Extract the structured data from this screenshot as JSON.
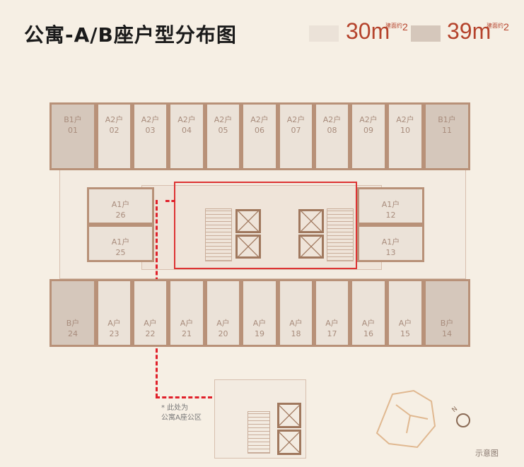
{
  "title": "公寓-A/B座户型分布图",
  "legend": [
    {
      "color": "#ebe2d8",
      "value": "30",
      "unit": "m",
      "sup": "2",
      "note": "建面约"
    },
    {
      "color": "#d5c7bb",
      "value": "39",
      "unit": "m",
      "sup": "2",
      "note": "建面约"
    }
  ],
  "top_row": [
    {
      "type": "B1户",
      "no": "01",
      "big": true
    },
    {
      "type": "A2户",
      "no": "02"
    },
    {
      "type": "A2户",
      "no": "03"
    },
    {
      "type": "A2户",
      "no": "04"
    },
    {
      "type": "A2户",
      "no": "05"
    },
    {
      "type": "A2户",
      "no": "06"
    },
    {
      "type": "A2户",
      "no": "07"
    },
    {
      "type": "A2户",
      "no": "08"
    },
    {
      "type": "A2户",
      "no": "09"
    },
    {
      "type": "A2户",
      "no": "10"
    },
    {
      "type": "B1户",
      "no": "11",
      "big": true
    }
  ],
  "bottom_row": [
    {
      "type": "B户",
      "no": "24",
      "big": true
    },
    {
      "type": "A户",
      "no": "23"
    },
    {
      "type": "A户",
      "no": "22"
    },
    {
      "type": "A户",
      "no": "21"
    },
    {
      "type": "A户",
      "no": "20"
    },
    {
      "type": "A户",
      "no": "19"
    },
    {
      "type": "A户",
      "no": "18"
    },
    {
      "type": "A户",
      "no": "17"
    },
    {
      "type": "A户",
      "no": "16"
    },
    {
      "type": "A户",
      "no": "15"
    },
    {
      "type": "B户",
      "no": "14",
      "big": true
    }
  ],
  "middle": [
    {
      "type": "A1户",
      "no": "26"
    },
    {
      "type": "A1户",
      "no": "25"
    },
    {
      "type": "A1户",
      "no": "12"
    },
    {
      "type": "A1户",
      "no": "13"
    }
  ],
  "note_line1": "* 此处为",
  "note_line2": "公寓A座公区",
  "compass": "N",
  "caption": "示意图"
}
